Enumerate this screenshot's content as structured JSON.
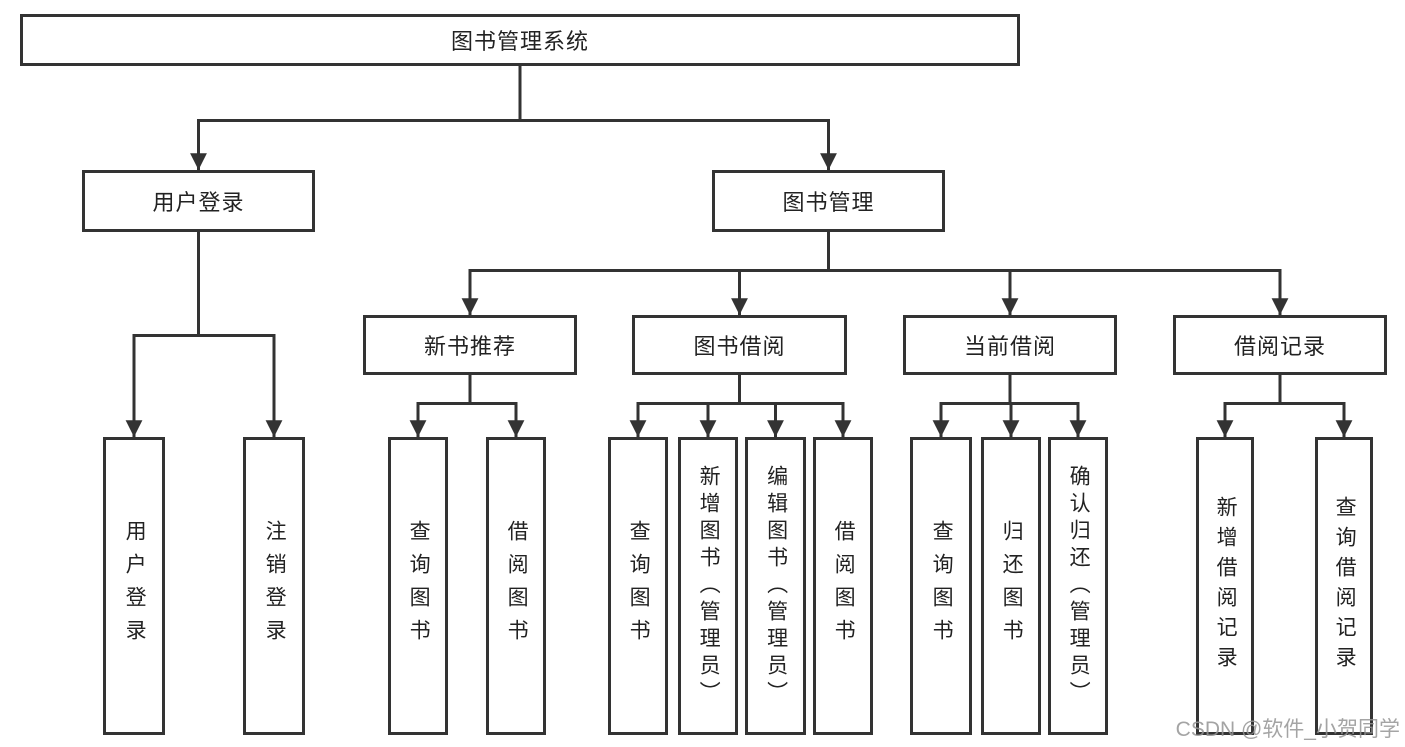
{
  "diagram_type": "hierarchy-tree",
  "colors": {
    "line": "#333333",
    "box_border": "#333333",
    "box_fill": "#ffffff",
    "text": "#222222",
    "watermark": "#949494",
    "background": "#ffffff"
  },
  "tree": {
    "label": "图书管理系统",
    "children": [
      {
        "label": "用户登录",
        "children": [
          {
            "label": "用户登录"
          },
          {
            "label": "注销登录"
          }
        ]
      },
      {
        "label": "图书管理",
        "children": [
          {
            "label": "新书推荐",
            "children": [
              {
                "label": "查询图书"
              },
              {
                "label": "借阅图书"
              }
            ]
          },
          {
            "label": "图书借阅",
            "children": [
              {
                "label": "查询图书"
              },
              {
                "label": "新增图书（管理员）"
              },
              {
                "label": "编辑图书（管理员）"
              },
              {
                "label": "借阅图书"
              }
            ]
          },
          {
            "label": "当前借阅",
            "children": [
              {
                "label": "查询图书"
              },
              {
                "label": "归还图书"
              },
              {
                "label": "确认归还（管理员）"
              }
            ]
          },
          {
            "label": "借阅记录",
            "children": [
              {
                "label": "新增借阅记录"
              },
              {
                "label": "查询借阅记录"
              }
            ]
          }
        ]
      }
    ]
  },
  "watermark": {
    "text": "CSDN @软件_小贺同学"
  }
}
